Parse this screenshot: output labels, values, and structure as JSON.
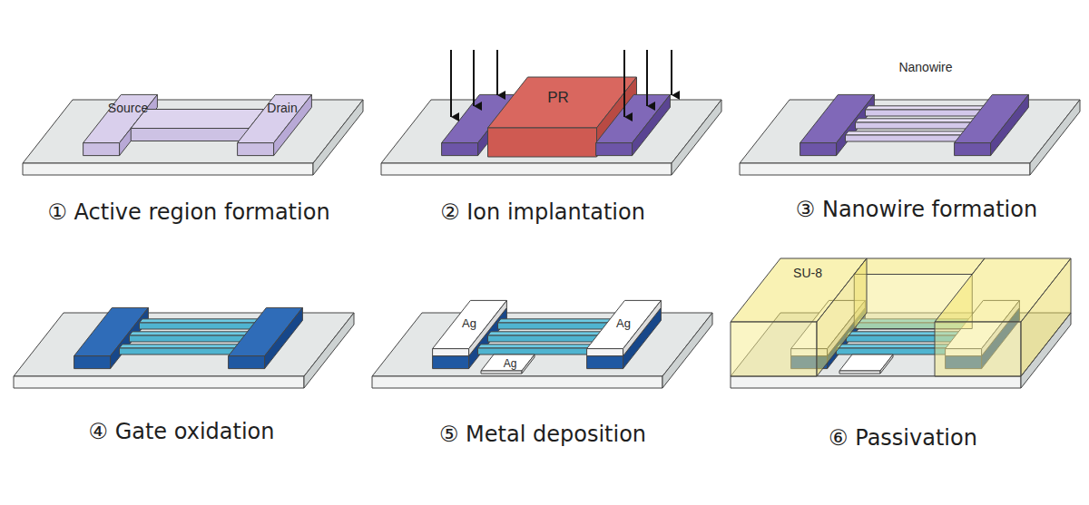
{
  "diagram": {
    "labels": [
      "Source",
      "Drain",
      "PR",
      "Nanowire",
      "① Active region formation",
      "② Ion implantation",
      "③ Nanowire formation",
      "Ag",
      "Ag",
      "Ag",
      "SU-8",
      "④ Gate oxidation",
      "⑤ Metal deposition",
      "⑥ Passivation"
    ]
  }
}
